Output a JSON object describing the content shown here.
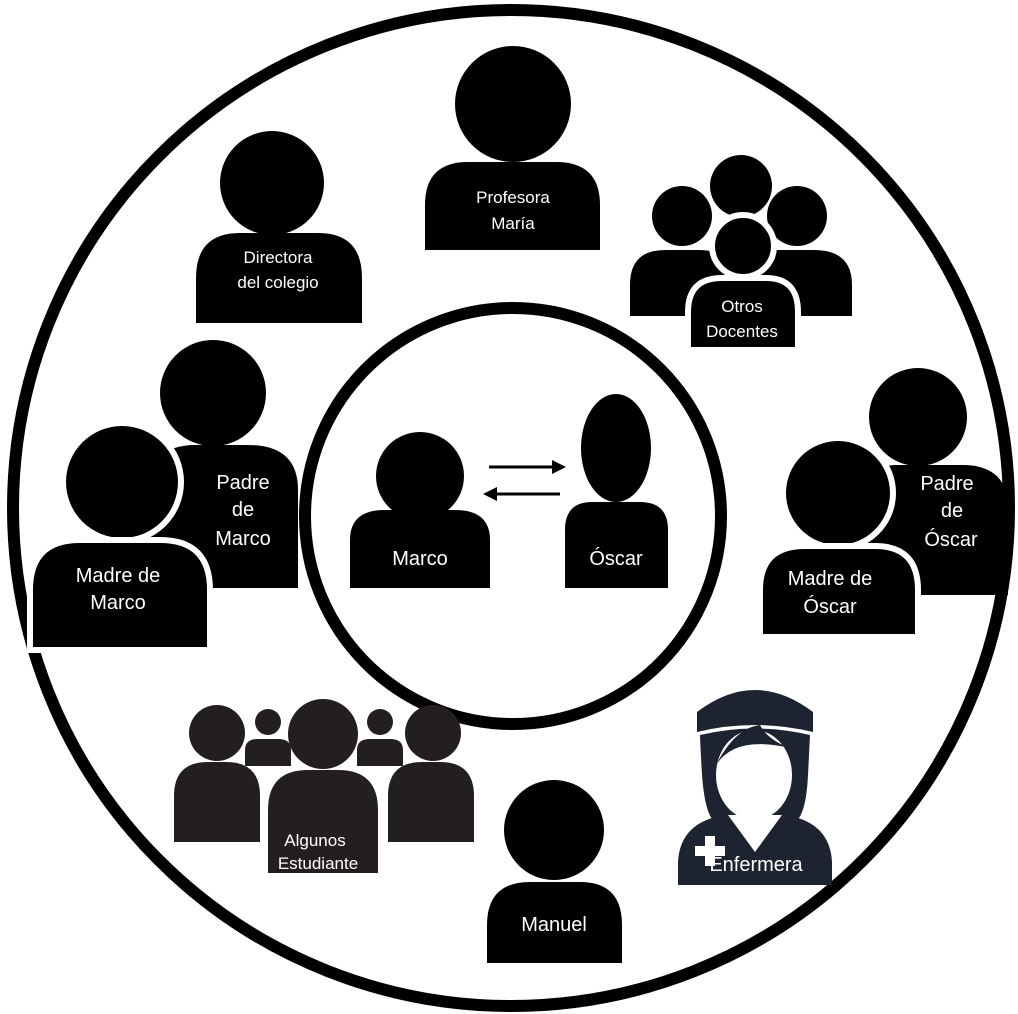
{
  "diagram": {
    "center": {
      "left_person": "Marco",
      "right_person": "Óscar"
    },
    "people": {
      "profesora": [
        "Profesora",
        "María"
      ],
      "directora": [
        "Directora",
        "del colegio"
      ],
      "otros_docentes": [
        "Otros",
        "Docentes"
      ],
      "padre_marco": [
        "Padre",
        "de",
        "Marco"
      ],
      "madre_marco": [
        "Madre de",
        "Marco"
      ],
      "padre_oscar": [
        "Padre",
        "de",
        "Óscar"
      ],
      "madre_oscar": [
        "Madre de",
        "Óscar"
      ],
      "estudiantes": [
        "Algunos",
        "Estudiante"
      ],
      "manuel": "Manuel",
      "enfermera": "Enfermera"
    },
    "colors": {
      "silhouette": "#000000",
      "nurse": "#1d2330",
      "text": "#ffffff",
      "background": "#ffffff"
    }
  }
}
